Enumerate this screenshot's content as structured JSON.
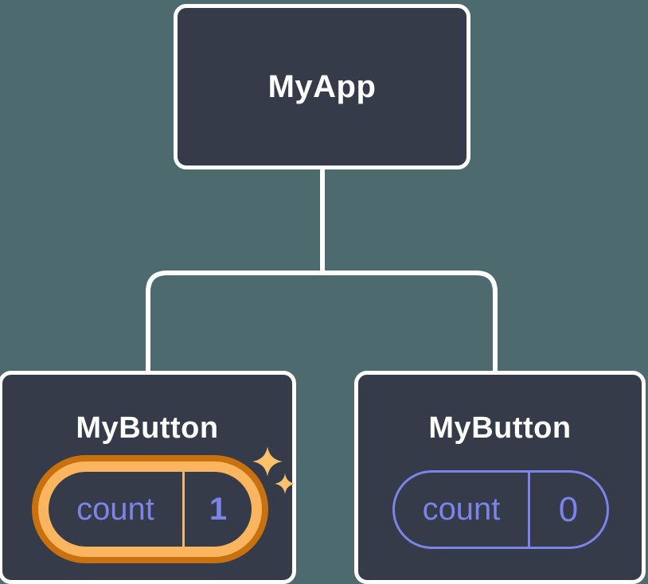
{
  "tree": {
    "root": {
      "label": "MyApp"
    },
    "children": [
      {
        "label": "MyButton",
        "state": {
          "name": "count",
          "value": "1"
        },
        "highlighted": true,
        "has_sparkles": true
      },
      {
        "label": "MyButton",
        "state": {
          "name": "count",
          "value": "0"
        },
        "highlighted": false,
        "has_sparkles": false
      }
    ]
  },
  "icons": {
    "sparkle": {
      "name": "sparkle-icon",
      "glyph": "✦"
    }
  },
  "colors": {
    "background": "#4D6A6E",
    "node_fill": "#353B48",
    "node_border": "#FFFFFF",
    "connector": "#FFFFFF",
    "label_text": "#FFFFFF",
    "state_accent": "#7B84E8",
    "highlight_ring_outer": "#C8710E",
    "highlight_ring_inner": "#FBB55E",
    "sparkle": "#FBC26D"
  }
}
